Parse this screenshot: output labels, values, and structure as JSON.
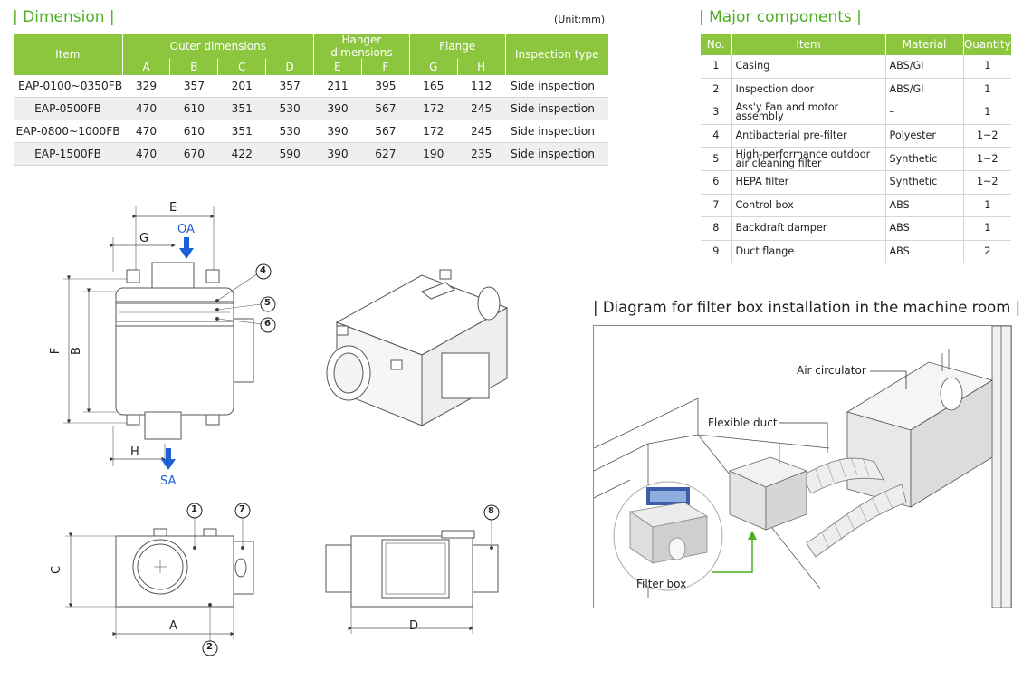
{
  "dimension": {
    "title": "Dimension",
    "unit": "(Unit:mm)",
    "headers": {
      "item": "Item",
      "outer": "Outer dimensions",
      "hanger": "Hanger dimensions",
      "flange": "Flange",
      "inspection": "Inspection type",
      "letters": [
        "A",
        "B",
        "C",
        "D",
        "E",
        "F",
        "G",
        "H"
      ]
    },
    "rows": [
      {
        "item": "EAP-0100~0350FB",
        "values": [
          "329",
          "357",
          "201",
          "357",
          "211",
          "395",
          "165",
          "112"
        ],
        "inspection": "Side inspection"
      },
      {
        "item": "EAP-0500FB",
        "values": [
          "470",
          "610",
          "351",
          "530",
          "390",
          "567",
          "172",
          "245"
        ],
        "inspection": "Side inspection"
      },
      {
        "item": "EAP-0800~1000FB",
        "values": [
          "470",
          "610",
          "351",
          "530",
          "390",
          "567",
          "172",
          "245"
        ],
        "inspection": "Side inspection"
      },
      {
        "item": "EAP-1500FB",
        "values": [
          "470",
          "670",
          "422",
          "590",
          "390",
          "627",
          "190",
          "235"
        ],
        "inspection": "Side inspection"
      }
    ]
  },
  "components": {
    "title": "Major components",
    "headers": {
      "no": "No.",
      "item": "Item",
      "material": "Material",
      "quantity": "Quantity"
    },
    "rows": [
      {
        "no": "1",
        "item": "Casing",
        "material": "ABS/GI",
        "quantity": "1"
      },
      {
        "no": "2",
        "item": "Inspection door",
        "material": "ABS/GI",
        "quantity": "1"
      },
      {
        "no": "3",
        "item": "Ass'y Fan and motor assembly",
        "material": "–",
        "quantity": "1"
      },
      {
        "no": "4",
        "item": "Antibacterial pre-filter",
        "material": "Polyester",
        "quantity": "1~2"
      },
      {
        "no": "5",
        "item": "High-performance outdoor air cleaning filter",
        "material": "Synthetic",
        "quantity": "1~2"
      },
      {
        "no": "6",
        "item": "HEPA filter",
        "material": "Synthetic",
        "quantity": "1~2"
      },
      {
        "no": "7",
        "item": "Control box",
        "material": "ABS",
        "quantity": "1"
      },
      {
        "no": "8",
        "item": "Backdraft damper",
        "material": "ABS",
        "quantity": "1"
      },
      {
        "no": "9",
        "item": "Duct flange",
        "material": "ABS",
        "quantity": "2"
      }
    ]
  },
  "drawing": {
    "dims": {
      "a": "A",
      "b": "B",
      "c": "C",
      "d": "D",
      "e": "E",
      "f": "F",
      "g": "G",
      "h": "H"
    },
    "oa": "OA",
    "sa": "SA",
    "callouts": [
      "1",
      "2",
      "4",
      "5",
      "6",
      "7",
      "8"
    ]
  },
  "installation": {
    "title": "Diagram for filter box installation in the machine room",
    "air_circulator": "Air circulator",
    "flexible_duct": "Flexible duct",
    "filter_box": "Filter box"
  },
  "colors": {
    "accent": "#8cc63f",
    "title_green": "#4caf20",
    "arrow_blue": "#1f5fd6"
  }
}
